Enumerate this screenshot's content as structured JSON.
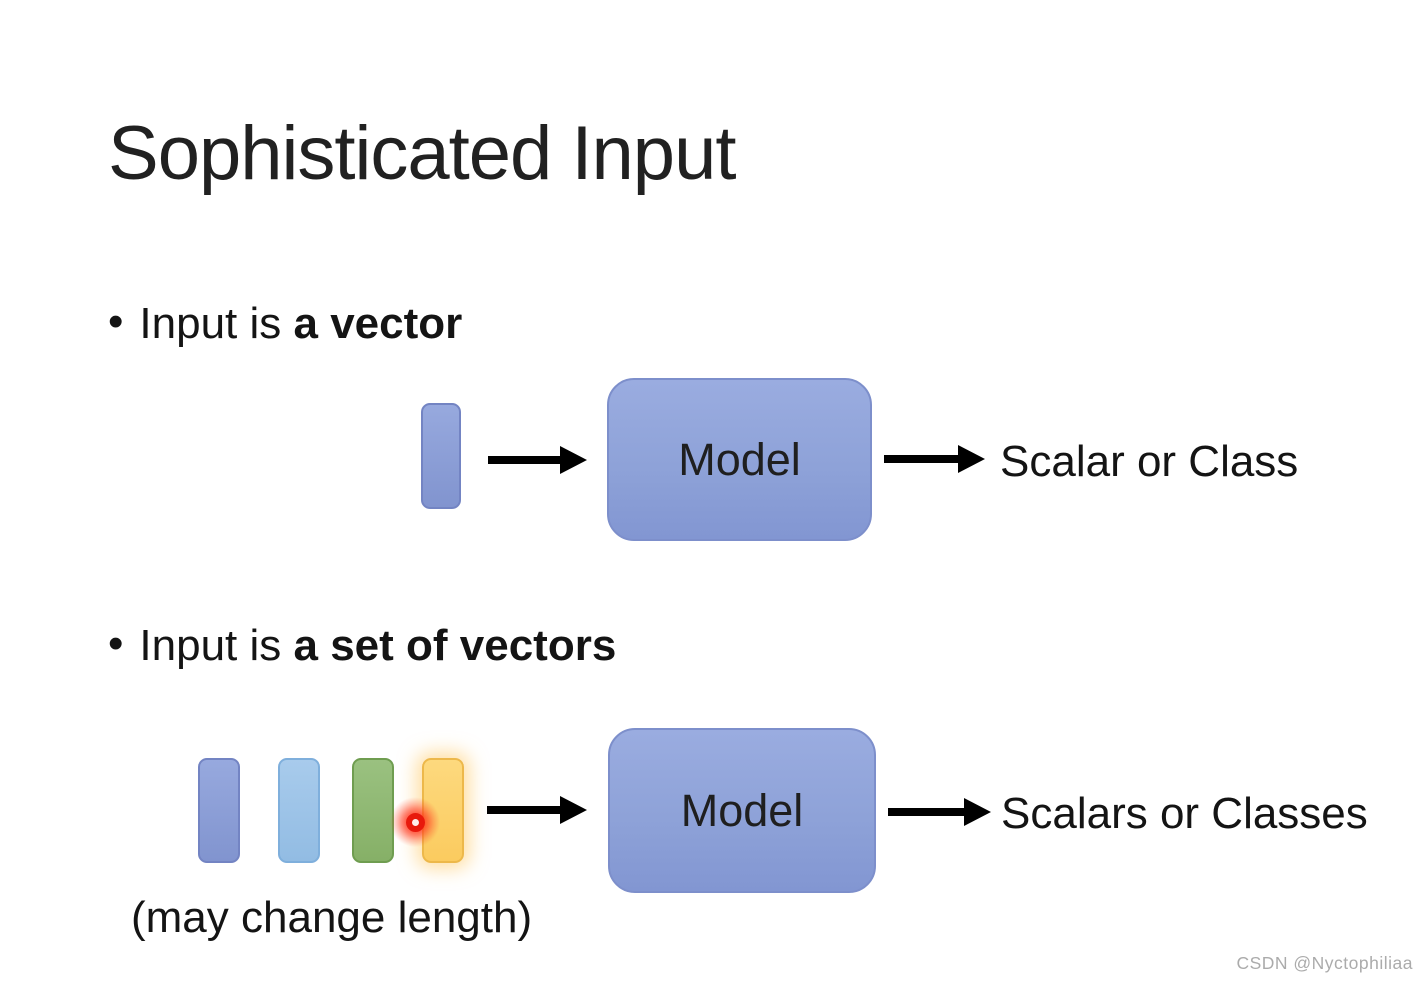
{
  "slide": {
    "title": "Sophisticated Input",
    "bullet_glyph": "•",
    "bullet_1": {
      "regular": "Input is ",
      "bold": "a vector"
    },
    "bullet_2": {
      "regular": "Input is ",
      "bold": "a set of vectors"
    },
    "diagram_vector": {
      "model_label": "Model",
      "output_label": "Scalar or Class"
    },
    "diagram_set": {
      "model_label": "Model",
      "output_label": "Scalars or Classes",
      "note": "(may change length)",
      "vector_colors": [
        {
          "name": "periwinkle-blue",
          "fill": "#8A9DD6",
          "border": "#7384C3"
        },
        {
          "name": "light-blue",
          "fill": "#9CC2E6",
          "border": "#7FAFDC"
        },
        {
          "name": "green",
          "fill": "#90BA74",
          "border": "#6F9D50"
        },
        {
          "name": "yellow",
          "fill": "#FCD36D",
          "border": "#EDB84A"
        }
      ],
      "laser_pointer_color": "#E8190C"
    },
    "watermark": "CSDN @Nyctophiliaa",
    "colors": {
      "background": "#FFFFFF",
      "text": "#141414",
      "arrow": "#000000",
      "model_box_fill": "#8FA3DA",
      "model_box_border": "#7D8FCB",
      "watermark_gray": "#ABABAB"
    }
  }
}
